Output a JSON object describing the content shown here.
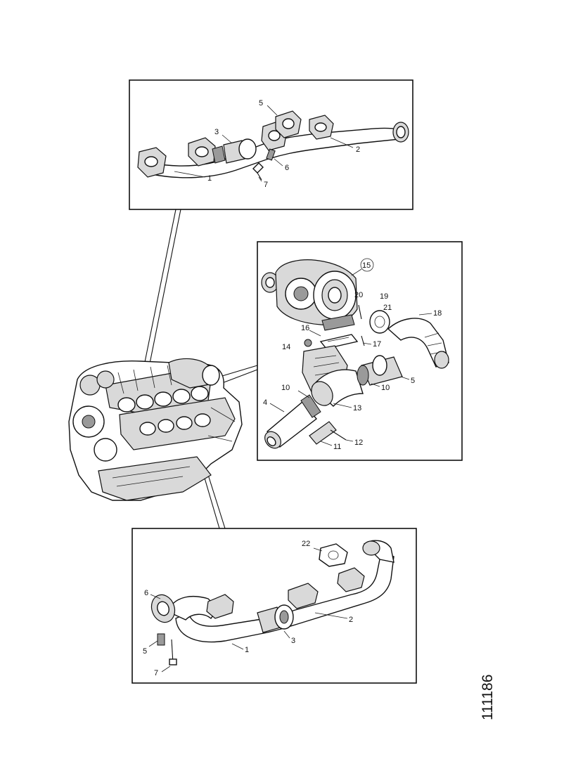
{
  "figure": {
    "reference_number": "111186"
  },
  "panels": {
    "top": {
      "callouts": [
        "1",
        "2",
        "3",
        "5",
        "6",
        "7"
      ]
    },
    "middle": {
      "callouts": [
        "4",
        "5",
        "10",
        "10",
        "11",
        "12",
        "13",
        "14",
        "15",
        "16",
        "17",
        "18",
        "19",
        "20",
        "21"
      ]
    },
    "bottom": {
      "callouts": [
        "1",
        "2",
        "3",
        "5",
        "6",
        "7",
        "22"
      ]
    }
  }
}
